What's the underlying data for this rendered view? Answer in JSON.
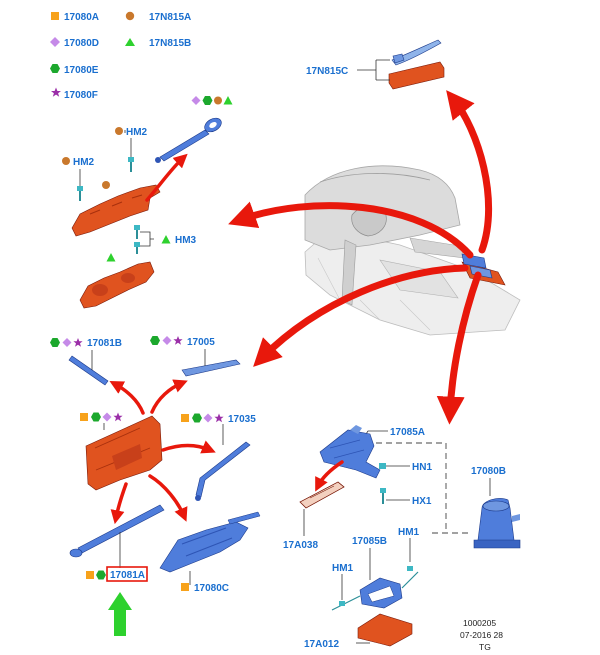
{
  "colors": {
    "label": "#1a6fcf",
    "arrow_red": "#e8180c",
    "arrow_green": "#2ed12e",
    "part_red": "#e0531f",
    "part_blue": "#4f7ddb",
    "sym_square": "#f7a21b",
    "sym_circle": "#c9782c",
    "sym_diamond": "#c58ae8",
    "sym_hexagon": "#1ca82d",
    "sym_triangle": "#2ed12e",
    "sym_star": "#9b2fa8",
    "highlight_box": "#e8180c"
  },
  "legend": [
    {
      "symbol": "square",
      "code": "17080A"
    },
    {
      "symbol": "circle",
      "code": "17N815A"
    },
    {
      "symbol": "diamond",
      "code": "17080D"
    },
    {
      "symbol": "triangle",
      "code": "17N815B"
    },
    {
      "symbol": "hexagon",
      "code": "17080E"
    },
    {
      "symbol": "star",
      "code": "17080F"
    }
  ],
  "labels": {
    "p17N815C": "17N815C",
    "hm2_a": "HM2",
    "hm2_b": "HM2",
    "hm3": "HM3",
    "p17081B": "17081B",
    "p17005": "17005",
    "p17035": "17035",
    "p17081A": "17081A",
    "p17080C": "17080C",
    "p17085A": "17085A",
    "hn1": "HN1",
    "hx1": "HX1",
    "p17080B": "17080B",
    "p17A038": "17A038",
    "p17085B": "17085B",
    "hm1_a": "HM1",
    "hm1_b": "HM1",
    "p17A012": "17A012"
  },
  "footer": {
    "line1": "1000205",
    "line2": "07-2016 28",
    "line3": "TG"
  }
}
